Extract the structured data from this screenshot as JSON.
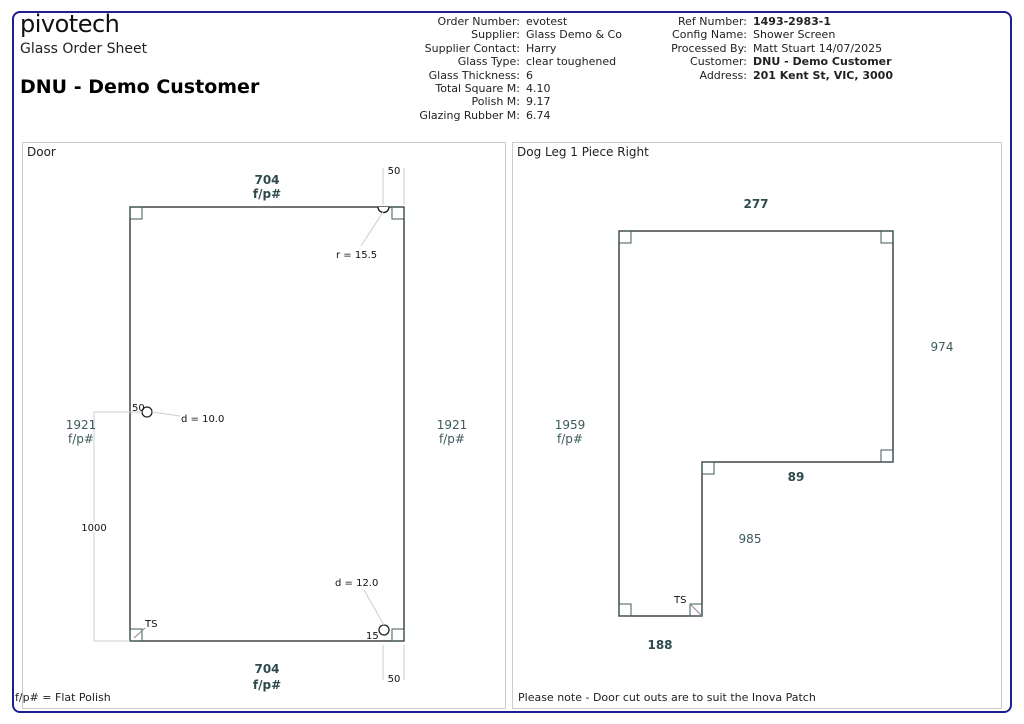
{
  "header": {
    "logo": "pivotech",
    "subtitle": "Glass Order Sheet",
    "customer_title": "DNU - Demo Customer",
    "order_info": [
      {
        "label": "Order Number:",
        "value": "evotest"
      },
      {
        "label": "Supplier:",
        "value": "Glass Demo & Co"
      },
      {
        "label": "Supplier Contact:",
        "value": "Harry"
      },
      {
        "label": "Glass Type:",
        "value": "clear toughened"
      },
      {
        "label": "Glass Thickness:",
        "value": "6"
      },
      {
        "label": "Total Square M:",
        "value": "4.10"
      },
      {
        "label": "Polish M:",
        "value": "9.17"
      },
      {
        "label": "Glazing Rubber M:",
        "value": "6.74"
      }
    ],
    "ref_info": [
      {
        "label": "Ref Number:",
        "value": "1493-2983-1"
      },
      {
        "label": "Config Name:",
        "value": "Shower Screen"
      },
      {
        "label": "Processed By:",
        "value": "Matt Stuart 14/07/2025"
      },
      {
        "label": "Customer:",
        "value": "DNU - Demo Customer"
      },
      {
        "label": "Address:",
        "value": "201 Kent St, VIC, 3000"
      }
    ]
  },
  "door": {
    "title": "Door",
    "top_width": "704",
    "top_finish": "f/p#",
    "bottom_width": "704",
    "bottom_finish": "f/p#",
    "left_height": "1921",
    "left_finish": "f/p#",
    "right_height": "1921",
    "right_finish": "f/p#",
    "top_offset": "50",
    "bottom_offset": "50",
    "radius_note": "r = 15.5",
    "hole1_offset": "50",
    "hole1_note": "d = 10.0",
    "hole1_height": "1000",
    "hole2_offset": "15",
    "hole2_note": "d = 12.0",
    "ts_label": "TS",
    "footnote": "f/p# = Flat Polish"
  },
  "dogleg": {
    "title": "Dog Leg 1 Piece Right",
    "top": "277",
    "right": "974",
    "step": "89",
    "lower_right": "985",
    "bottom": "188",
    "left_height": "1959",
    "left_finish": "f/p#",
    "ts_label": "TS",
    "note": "Please note - Door cut outs are to suit the Inova Patch"
  }
}
